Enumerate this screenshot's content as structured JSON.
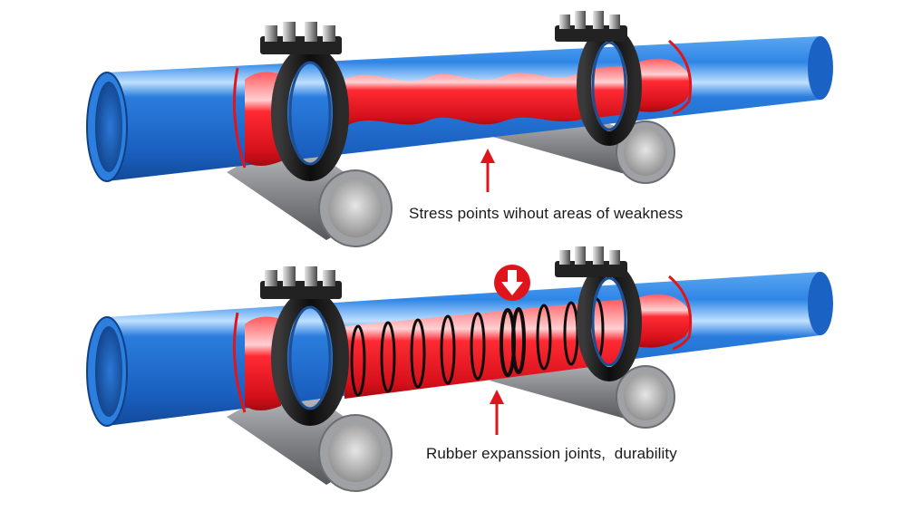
{
  "panels": [
    {
      "id": "top",
      "caption": "Stress points wihout areas of weakness",
      "joint": "none"
    },
    {
      "id": "bottom",
      "caption": "Rubber expanssion joints,  durability",
      "joint": "rubber-expansion",
      "marker_icon": "down-arrow-icon"
    }
  ],
  "colors": {
    "pipe_blue": "#1f6fd1",
    "stress_red": "#f01822",
    "clamp_black": "#1c1c1c",
    "support_grey": "#8e9094",
    "arrow_red": "#e0151b"
  }
}
